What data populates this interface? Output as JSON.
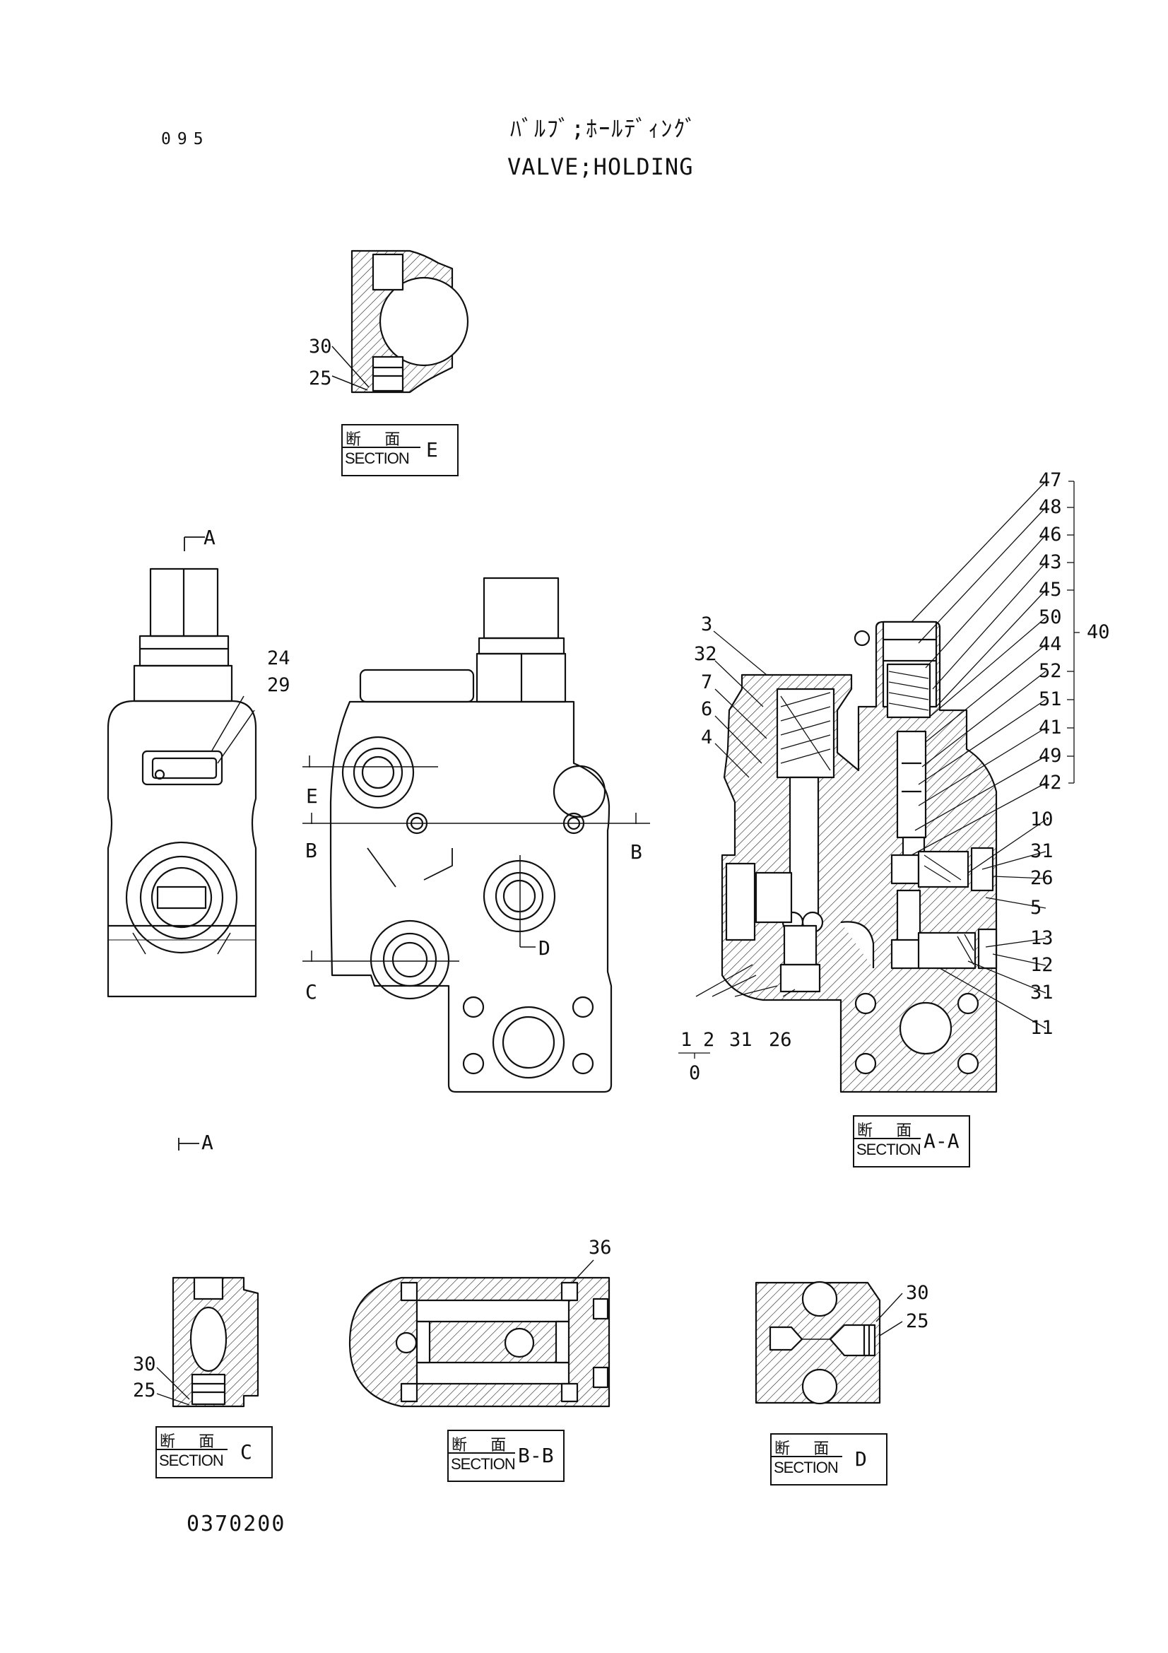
{
  "header": {
    "page_id": "095",
    "title_jp": "ﾊﾞﾙﾌﾞ;ﾎｰﾙﾃﾞｨﾝｸﾞ",
    "title_en": "VALVE;HOLDING"
  },
  "footer": {
    "drawing_no": "0370200"
  },
  "sections": {
    "jp_label": "断 面",
    "en_label": "SECTION",
    "e": "E",
    "aa": "A-A",
    "c": "C",
    "bb": "B-B",
    "d": "D"
  },
  "cut_marks": {
    "a_top": "A",
    "a_bottom": "A",
    "e": "E",
    "b_left": "B",
    "b_right": "B",
    "c": "C",
    "d": "D"
  },
  "callouts": {
    "sec_e": [
      "30",
      "25"
    ],
    "side": [
      "24",
      "29"
    ],
    "aa_left": [
      "3",
      "32",
      "7",
      "6",
      "4"
    ],
    "aa_bottom": [
      "1",
      "2",
      "31",
      "26",
      "0"
    ],
    "aa_right_group": [
      "47",
      "48",
      "46",
      "43",
      "45",
      "50",
      "44",
      "52",
      "51",
      "41",
      "49",
      "42"
    ],
    "aa_group_ref": "40",
    "aa_right": [
      "10",
      "31",
      "26",
      "5",
      "13",
      "12",
      "31",
      "11"
    ],
    "sec_c": [
      "30",
      "25"
    ],
    "sec_bb": [
      "36"
    ],
    "sec_d": [
      "30",
      "25"
    ]
  }
}
